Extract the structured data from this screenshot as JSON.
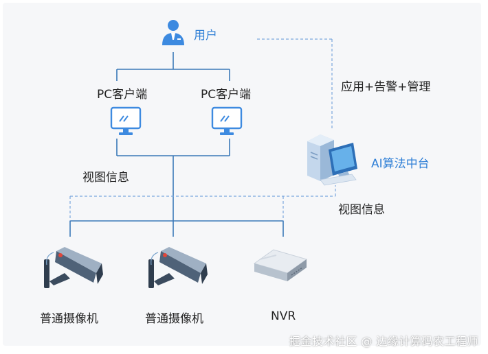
{
  "nodes": {
    "user_label": "用户",
    "client_left_label": "PC客户端",
    "client_right_label": "PC客户端",
    "ai_platform_label": "AI算法中台",
    "camera_left_label": "普通摄像机",
    "camera_right_label": "普通摄像机",
    "nvr_label": "NVR"
  },
  "edges": {
    "view_info_left": "视图信息",
    "view_info_right": "视图信息",
    "app_alarm_manage": "应用+告警+管理"
  },
  "watermark": "掘金技术社区 @ 边缘计算码农工程师",
  "colors": {
    "line": "#3a78b8",
    "dashed": "#7aa7dd",
    "accent_blue": "#2f7fd6",
    "icon_blue": "#3d8ae0"
  }
}
